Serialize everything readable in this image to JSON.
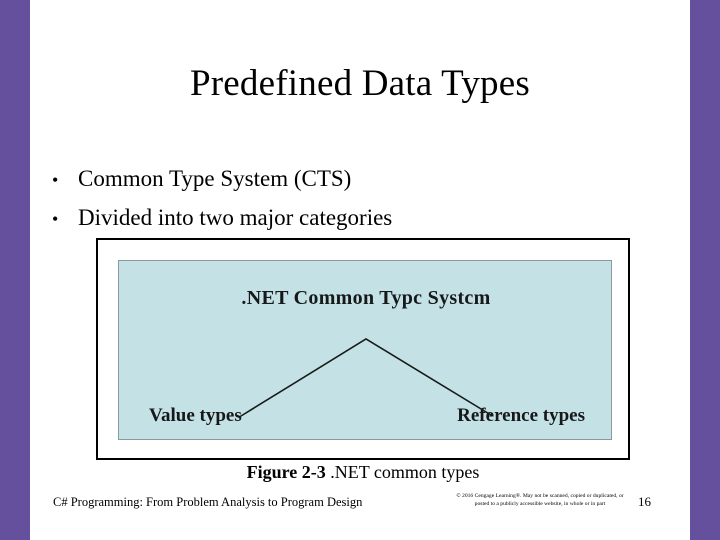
{
  "slide": {
    "title": "Predefined Data Types",
    "page_number": "16",
    "accent_color": "#64509c",
    "background_color": "#ffffff"
  },
  "bullets": [
    {
      "marker": "•",
      "text": "Common Type System (CTS)"
    },
    {
      "marker": "•",
      "text": "Divided into two major categories"
    }
  ],
  "figure": {
    "frame_border_color": "#000000",
    "canvas_fill_color": "#c4e2e5",
    "canvas_border_color": "#8a9a9c",
    "root_label": ".NET  Common Typc Systcm",
    "leaf_left_label": "Value types",
    "leaf_right_label": "Reference types",
    "caption_number": "Figure 2-3",
    "caption_text": " .NET common types"
  },
  "footer": {
    "book_title": "C# Programming: From Problem Analysis to Program Design",
    "copyright": "© 2016 Cengage Learning®. May not be scanned, copied or duplicated, or posted to a publicly accessible website, in whole or in part"
  }
}
